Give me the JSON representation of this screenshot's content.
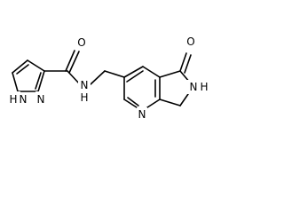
{
  "molecule": {
    "labels": {
      "nh_pyrazole": "N",
      "nh_pyrazole_h": "H",
      "n_pyrazole": "N",
      "o_amide": "O",
      "nh_amide": "N",
      "nh_amide_h": "H",
      "o_lactam": "O",
      "nh_lactam": "N",
      "nh_lactam_h": "H",
      "n_pyridine": "N"
    }
  }
}
